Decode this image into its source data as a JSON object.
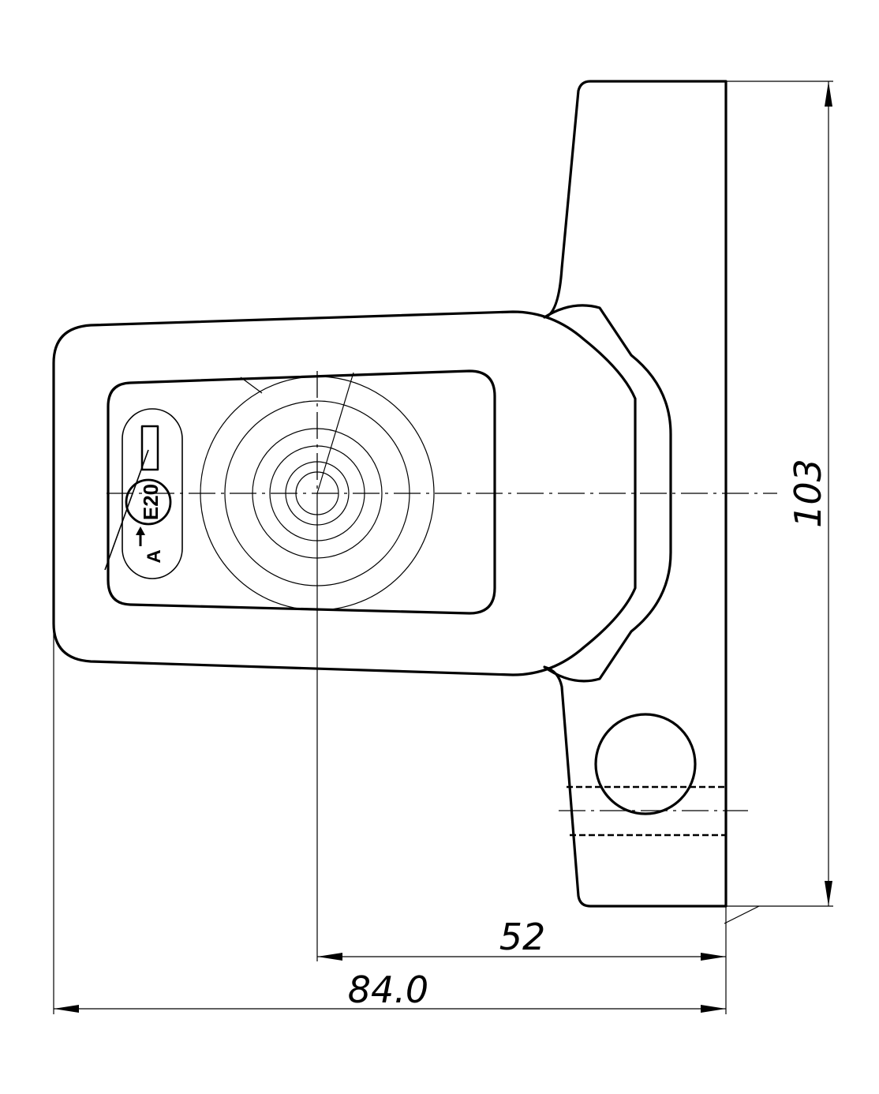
{
  "drawing": {
    "dimensions": {
      "height": "103",
      "center_to_edge": "52",
      "overall_width": "84.0"
    },
    "marking": {
      "approval_mark": "E20",
      "category_letter": "A"
    },
    "colors": {
      "line": "#000000",
      "background": "#ffffff"
    }
  }
}
